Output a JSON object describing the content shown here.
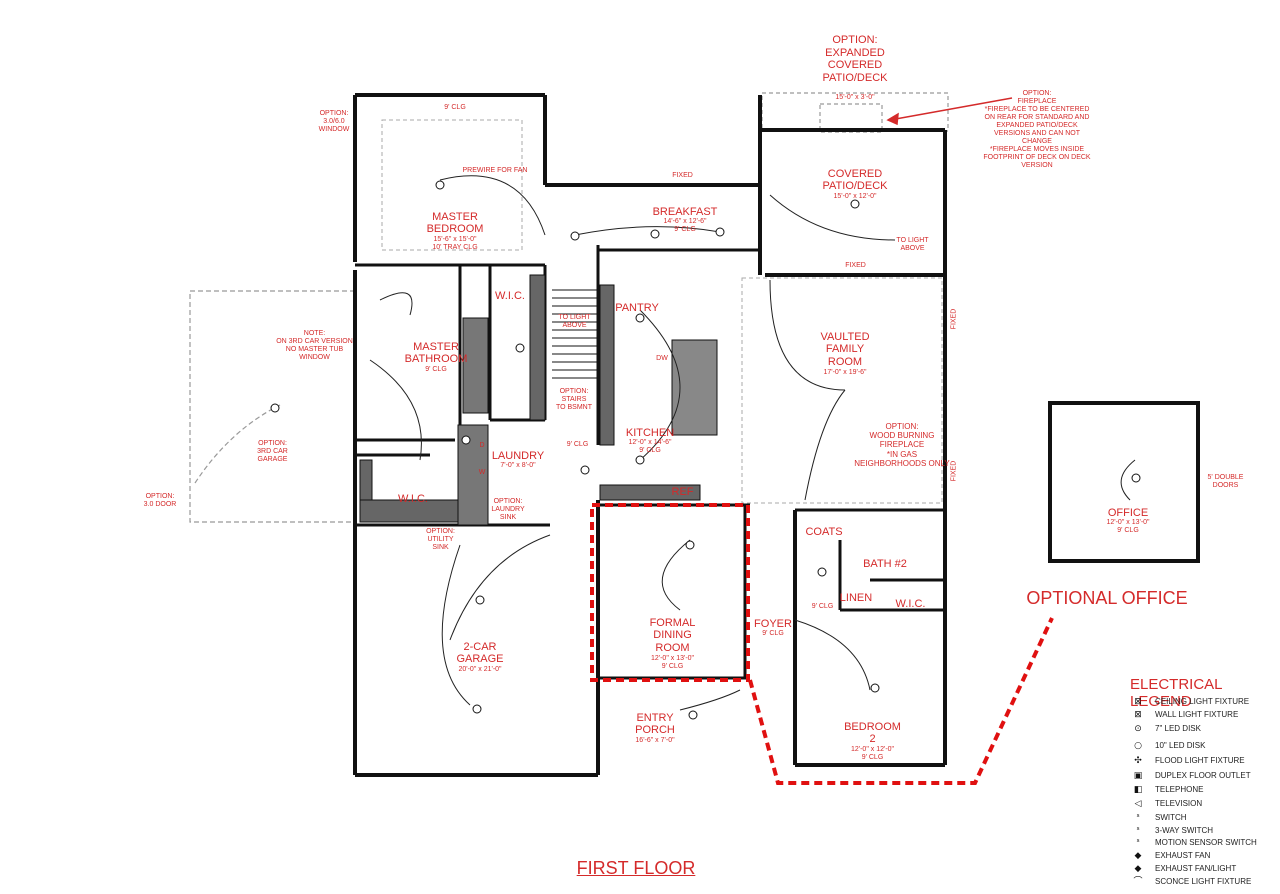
{
  "rooms": {
    "master_bedroom": {
      "name": "MASTER\nBEDROOM",
      "dims": "15'-6\" x 15'-0\"\n10' TRAY CLG"
    },
    "master_bath": {
      "name": "MASTER\nBATHROOM",
      "dims": "9' CLG"
    },
    "wic_top": {
      "name": "W.I.C."
    },
    "wic_bottom": {
      "name": "W.I.C."
    },
    "wic_bedroom": {
      "name": "W.I.C."
    },
    "laundry": {
      "name": "LAUNDRY",
      "dims": "7'-0\" x 8'-0\""
    },
    "breakfast": {
      "name": "BREAKFAST",
      "dims": "14'-6\" x 12'-6\"\n9' CLG"
    },
    "pantry": {
      "name": "PANTRY"
    },
    "kitchen": {
      "name": "KITCHEN",
      "dims": "12'-0\" x 14'-6\"\n9' CLG"
    },
    "family": {
      "name": "VAULTED\nFAMILY\nROOM",
      "dims": "17'-0\" x 19'-6\""
    },
    "covered_patio": {
      "name": "COVERED\nPATIO/DECK",
      "dims": "15'-0\" x 12'-0\""
    },
    "dining": {
      "name": "FORMAL\nDINING\nROOM",
      "dims": "12'-0\" x 13'-0\"\n9' CLG"
    },
    "foyer": {
      "name": "FOYER",
      "dims": "9' CLG"
    },
    "bath2": {
      "name": "BATH #2"
    },
    "linen": {
      "name": "LINEN"
    },
    "coats": {
      "name": "COATS"
    },
    "bedroom2": {
      "name": "BEDROOM\n2",
      "dims": "12'-0\" x 12'-0\"\n9' CLG"
    },
    "garage": {
      "name": "2-CAR\nGARAGE",
      "dims": "20'-0\" x 21'-0\""
    },
    "entry_porch": {
      "name": "ENTRY\nPORCH",
      "dims": "16'-6\" x 7'-0\""
    },
    "office": {
      "name": "OFFICE",
      "dims": "12'-0\" x 13'-0\"\n9' CLG"
    }
  },
  "notes": {
    "expanded_patio": "OPTION:\nEXPANDED\nCOVERED\nPATIO/DECK",
    "expanded_patio_dims": "15'-0\" x 3'-0\"",
    "fireplace_option": "OPTION:\nFIREPLACE\n*FIREPLACE TO BE CENTERED\nON REAR FOR STANDARD AND\nEXPANDED PATIO/DECK\nVERSIONS AND CAN NOT\nCHANGE\n*FIREPLACE MOVES INSIDE\nFOOTPRINT OF DECK ON DECK\nVERSION",
    "window_option": "OPTION:\n3.0/6.0\nWINDOW",
    "clg_9": "9' CLG",
    "prewire_fan": "PREWIRE FOR FAN",
    "to_light_above_1": "TO LIGHT\nABOVE",
    "to_light_above_2": "TO LIGHT\nABOVE",
    "fixed_1": "FIXED",
    "fixed_2": "FIXED",
    "fixed_3": "FIXED",
    "fixed_4": "FIXED",
    "third_car_note": "NOTE:\nON 3RD CAR VERSION\nNO MASTER TUB\nWINDOW",
    "third_car_garage": "OPTION:\n3RD CAR\nGARAGE",
    "door_option": "OPTION:\n3.0 DOOR",
    "stairs": "OPTION:\nSTAIRS\nTO BSMNT",
    "dw": "DW",
    "ref": "REF",
    "laundry_sink": "OPTION:\nLAUNDRY\nSINK",
    "utility_sink": "OPTION:\nUTILITY\nSINK",
    "laundry_clg": "9' CLG",
    "wood_fireplace": "OPTION:\nWOOD BURNING\nFIREPLACE\n*IN GAS\nNEIGHBORHOODS ONLY",
    "double_doors": "5' DOUBLE\nDOORS",
    "foyer_clg": "9' CLG",
    "optional_office": "OPTIONAL OFFICE",
    "first_floor": "FIRST FLOOR",
    "washer": "W",
    "dryer": "D"
  },
  "legend": {
    "title": "ELECTRICAL LEGEND",
    "items": [
      {
        "symbol": "ceiling-light",
        "glyph": "⊠",
        "label": "CEILING LIGHT FIXTURE"
      },
      {
        "symbol": "wall-light",
        "glyph": "⊠",
        "label": "WALL LIGHT FIXTURE"
      },
      {
        "symbol": "led-7",
        "glyph": "⊙",
        "label": "7\" LED DISK"
      },
      {
        "symbol": "led-10",
        "glyph": "○",
        "label": "10\" LED DISK"
      },
      {
        "symbol": "flood-light",
        "glyph": "✣",
        "label": "FLOOD LIGHT FIXTURE"
      },
      {
        "symbol": "duplex-floor",
        "glyph": "▣",
        "label": "DUPLEX FLOOR OUTLET"
      },
      {
        "symbol": "telephone",
        "glyph": "◧",
        "label": "TELEPHONE"
      },
      {
        "symbol": "television",
        "glyph": "◁",
        "label": "TELEVISION"
      },
      {
        "symbol": "switch",
        "glyph": "ˢ",
        "label": "SWITCH"
      },
      {
        "symbol": "3way-switch",
        "glyph": "ˢ",
        "label": "3-WAY SWITCH"
      },
      {
        "symbol": "motion-switch",
        "glyph": "ˢ",
        "label": "MOTION SENSOR SWITCH"
      },
      {
        "symbol": "exhaust-fan",
        "glyph": "◆",
        "label": "EXHAUST FAN"
      },
      {
        "symbol": "exhaust-fan-light",
        "glyph": "◆",
        "label": "EXHAUST FAN/LIGHT"
      },
      {
        "symbol": "sconce",
        "glyph": "⌒",
        "label": "SCONCE LIGHT FIXTURE"
      }
    ]
  },
  "colors": {
    "wall": "#111111",
    "annotation": "#d42a2a",
    "dashed": "#999999",
    "fill_gray": "#555555"
  }
}
